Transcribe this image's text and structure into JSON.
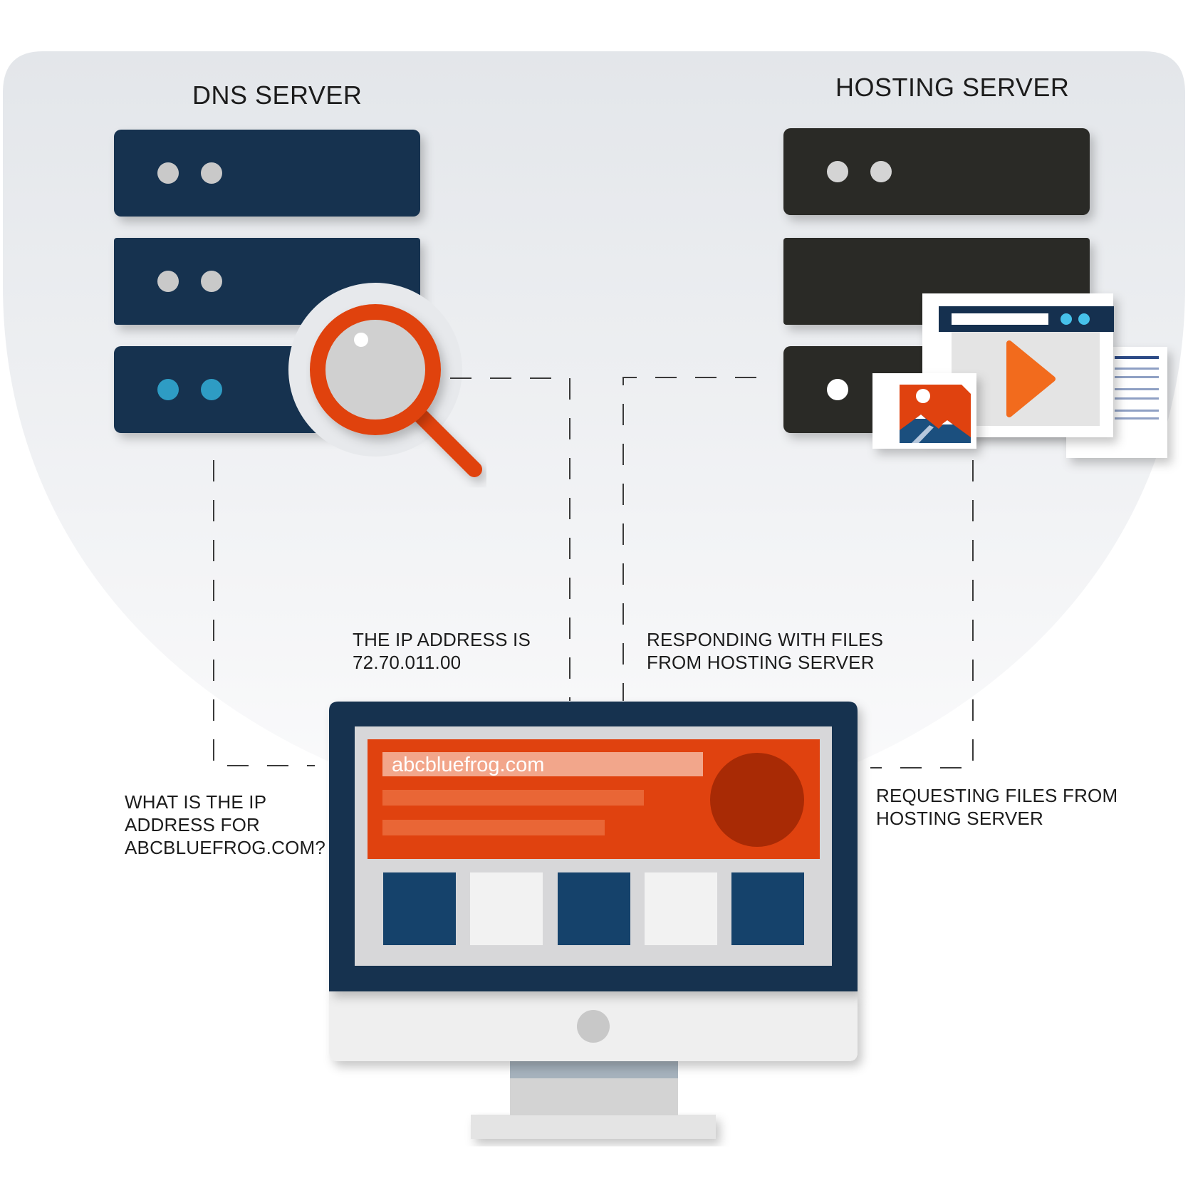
{
  "dns_server": {
    "title": "DNS SERVER",
    "colors": {
      "unit": "#15304f",
      "led": "#c9c9c9",
      "led_active": "#2e9cc4"
    }
  },
  "hosting_server": {
    "title": "HOSTING SERVER",
    "colors": {
      "unit": "#2b2a27",
      "led": "#d4d4d4"
    }
  },
  "magnifier": {
    "icon": "magnifier-icon",
    "color": "#e0420f"
  },
  "files": {
    "icons": [
      "image-file-icon",
      "video-window-icon",
      "document-icon"
    ],
    "accent": "#f26b1d"
  },
  "labels": {
    "query_dns": [
      "WHAT IS THE IP",
      "ADDRESS FOR",
      "ABCBLUEFROG.COM?"
    ],
    "dns_reply": [
      "THE IP ADDRESS IS",
      "72.70.011.00"
    ],
    "request_files": [
      "REQUESTING FILES FROM",
      "HOSTING SERVER"
    ],
    "response_files": [
      "RESPONDING WITH FILES",
      "FROM HOSTING SERVER"
    ]
  },
  "computer": {
    "url": "abcbluefrog.com",
    "colors": {
      "frame": "#15304f",
      "banner": "#e0420f",
      "avatar": "#a82a05",
      "tile_dark": "#15426b",
      "tile_light": "#f2f2f2"
    }
  }
}
